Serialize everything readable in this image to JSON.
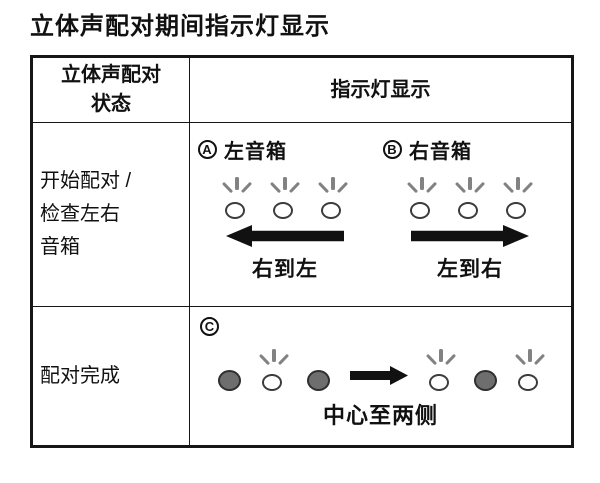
{
  "title": "立体声配对期间指示灯显示",
  "table": {
    "header": {
      "state_col": "立体声配对\n状态",
      "display_col": "指示灯显示"
    },
    "row_pairing": {
      "state": "开始配对 /\n检查左右\n音箱",
      "left_speaker": {
        "badge": "A",
        "label": "左音箱",
        "lights": [
          "blink",
          "blink",
          "blink"
        ],
        "arrow_direction": "left",
        "direction_label": "右到左"
      },
      "right_speaker": {
        "badge": "B",
        "label": "右音箱",
        "lights": [
          "blink",
          "blink",
          "blink"
        ],
        "arrow_direction": "right",
        "direction_label": "左到右"
      }
    },
    "row_complete": {
      "state": "配对完成",
      "badge": "C",
      "sequence": [
        "lit",
        "blink",
        "lit",
        "arrow-right",
        "blink",
        "lit",
        "blink"
      ],
      "direction_label": "中心至两侧"
    }
  },
  "icons": {
    "blink": "blinking-light-icon",
    "lit": "lit-light-icon",
    "arrow-right": "arrow-right-icon"
  },
  "colors": {
    "text": "#111111",
    "table_border": "#161616",
    "arrow": "#111111",
    "ray_gray": "#828282",
    "lit_fill": "#6e6e6e",
    "bulb_outline": "#3c3c3c",
    "background": "#ffffff"
  }
}
